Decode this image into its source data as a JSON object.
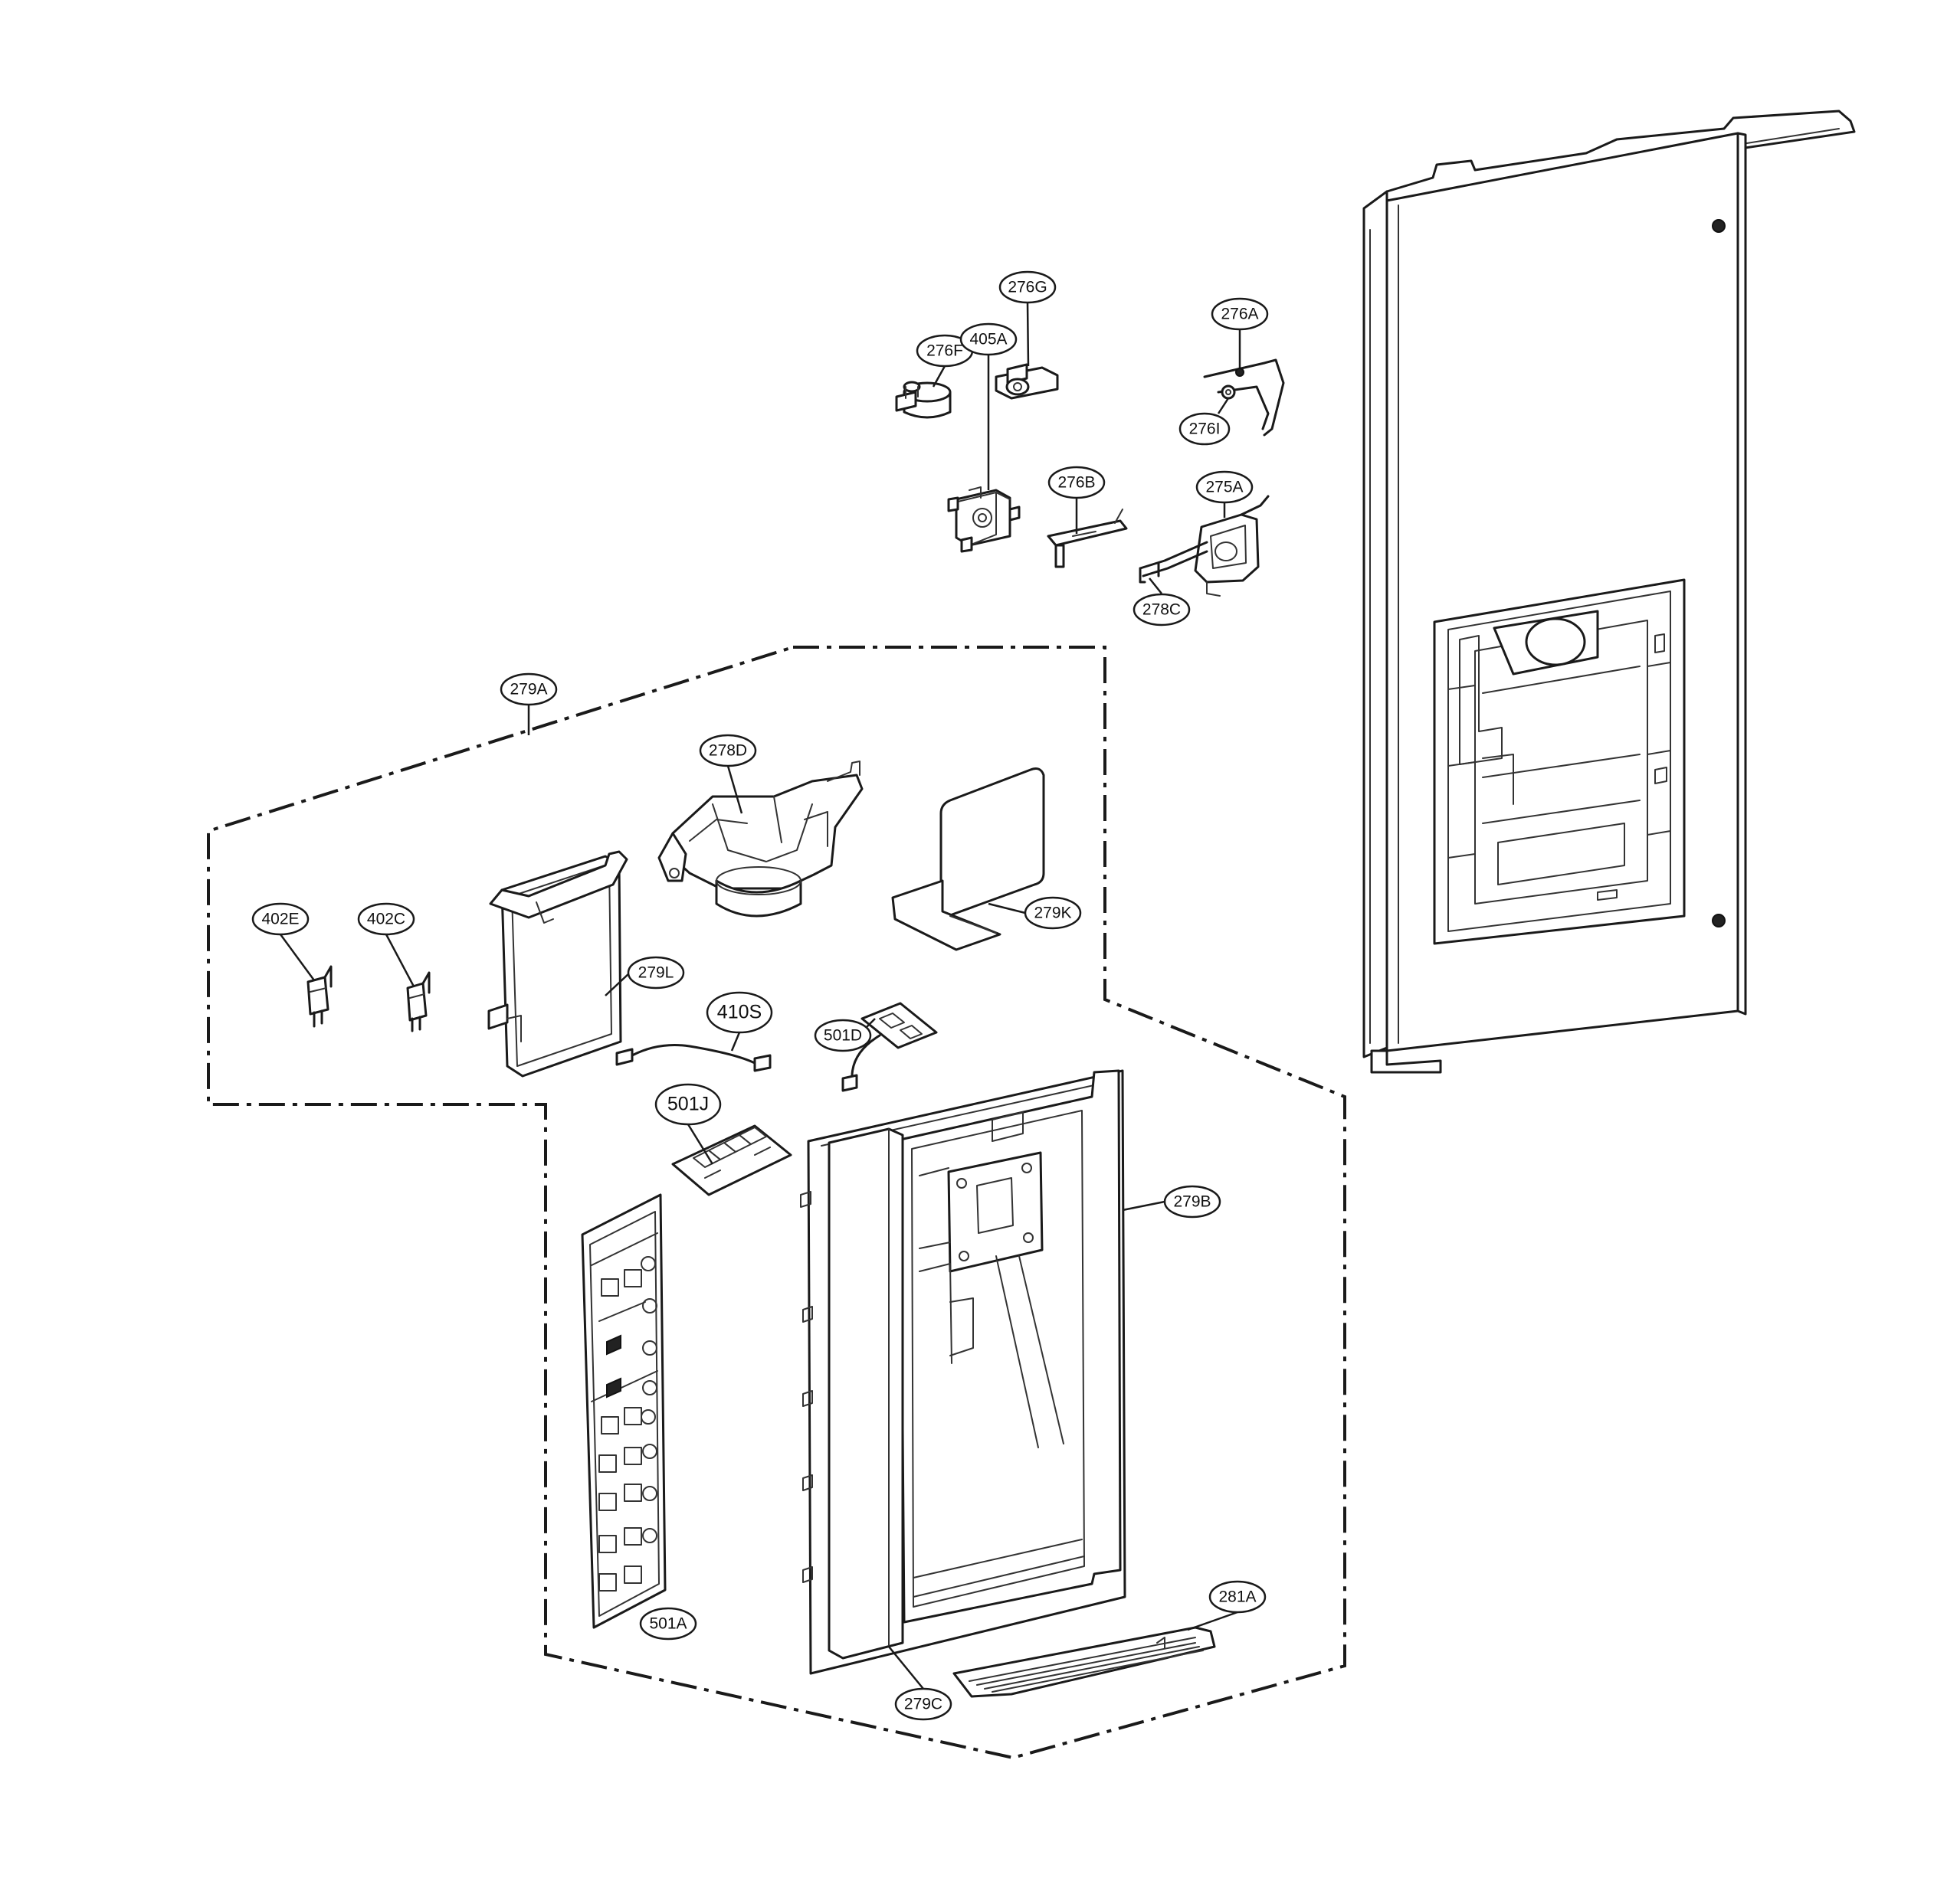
{
  "labels": {
    "l276F": "276F",
    "l276G": "276G",
    "l276A": "276A",
    "l276I": "276I",
    "l405A": "405A",
    "l276B": "276B",
    "l275A": "275A",
    "l278C": "278C",
    "l279A": "279A",
    "l278D": "278D",
    "l402E": "402E",
    "l402C": "402C",
    "l279L": "279L",
    "l279K": "279K",
    "l410S": "410S",
    "l501D": "501D",
    "l501J": "501J",
    "l279B": "279B",
    "l501A": "501A",
    "l279C": "279C",
    "l281A": "281A"
  },
  "line_color": "#1a1a1a",
  "background_color": "#ffffff"
}
